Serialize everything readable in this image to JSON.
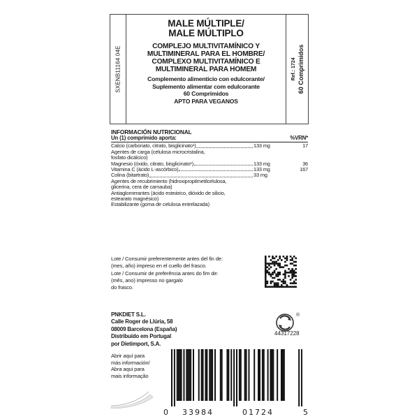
{
  "header": {
    "title_lines": [
      "MALE MÚLTIPLE/",
      "MALE MÚLTIPLO"
    ],
    "subtitle_lines": [
      "COMPLEJO MULTIVITAMÍNICO Y",
      "MULTIMINERAL PARA EL HOMBRE/",
      "COMPLEXO MULTIVITAMÍNICO E",
      "MULTIMINERAL PARA HOMEM"
    ],
    "detail_lines": [
      "Complemento alimenticio con edulcorante/",
      "Suplemento alimentar com edulcorante",
      "60 Comprimidos",
      "APTO PARA VEGANOS"
    ],
    "side_code": "SXENB11164 04E",
    "ref_line1": "Ref.: 1724",
    "ref_line2": "60 Comprimidos"
  },
  "nutrition": {
    "title": "INFORMACIÓN NUTRICIONAL",
    "per_label": "Un (1) comprimido aporta:",
    "vrn_header": "%VRN*",
    "rows": [
      {
        "name": "Calcio (carbonato, citrato, bisglicinato¹)",
        "amount": "133 mg",
        "vrn": "17"
      },
      {
        "name": "Agentes de carga (celulosa microcristalina,",
        "amount": "",
        "vrn": "",
        "plain": true
      },
      {
        "name": "fosfato dicálcico)",
        "amount": "",
        "vrn": "",
        "plain": true
      },
      {
        "name": "Magnesio (óxido, citrato, bisglicinato¹)",
        "amount": "133 mg",
        "vrn": "36"
      },
      {
        "name": "Vitamina C (ácido L-ascórbico)",
        "amount": "133 mg",
        "vrn": "167"
      },
      {
        "name": "Colina (bitartrato)",
        "amount": "33 mg",
        "vrn": ""
      },
      {
        "name": "Agentes de recubrimiento (hidroxipropilmetilcelulosa,",
        "amount": "",
        "vrn": "",
        "plain": true
      },
      {
        "name": "glicerina, cera de carnauba)",
        "amount": "",
        "vrn": "",
        "plain": true
      },
      {
        "name": "Antiaglomerantes (ácido esteárico, dióxido de silicio,",
        "amount": "",
        "vrn": "",
        "plain": true
      },
      {
        "name": "estearato magnésico)",
        "amount": "",
        "vrn": "",
        "plain": true
      },
      {
        "name": "Estabilizante (goma de celulosa entrelazada)",
        "amount": "",
        "vrn": "",
        "plain": true
      }
    ]
  },
  "lot": {
    "lines": [
      "Lote / Consumir preferentemente antes del fin de:",
      "(mes, año) impreso en el cuello del frasco.",
      "Lote / Consumir de preferência antes do fim de:",
      "(mês, ano) impresso no gargalo",
      "do frasco."
    ]
  },
  "company": {
    "lines": [
      "PNKDIET S.L.",
      "Calle Roger de Llúria, 58",
      "08009 Barcelona (España)",
      "Distribuído em Portugal",
      "por Dietimport, S.A."
    ]
  },
  "recycle_code": "44317228",
  "registered_mark": "®",
  "open_here": {
    "lines": [
      "Abrir aquí para",
      "más información/",
      "Abra aqui para",
      "mais informação"
    ]
  },
  "barcode": {
    "first_digit": "0",
    "left_group": "33984",
    "right_group": "01724",
    "check_digit": "5"
  }
}
